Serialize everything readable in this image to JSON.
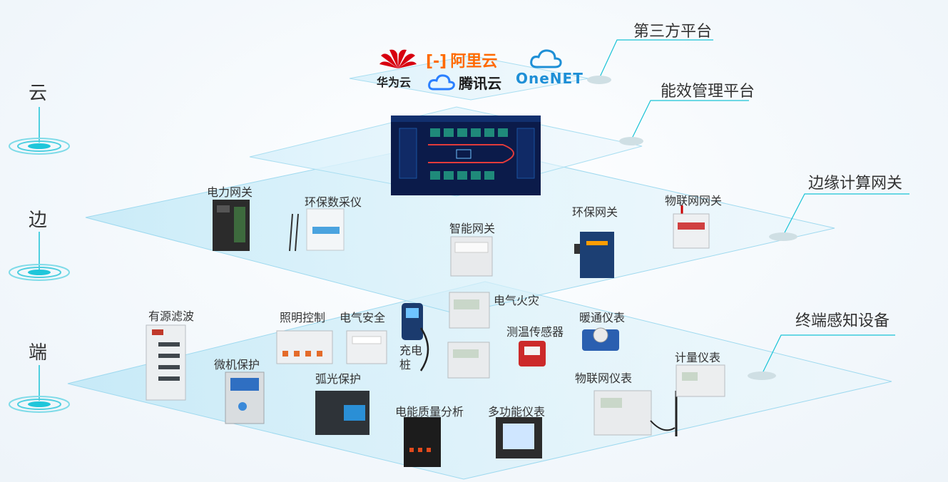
{
  "tiers": {
    "cloud": "云",
    "edge": "边",
    "end": "端"
  },
  "platforms": {
    "third_party": "第三方平台",
    "energy": "能效管理平台",
    "edge_gateway": "边缘计算网关",
    "terminal": "终端感知设备"
  },
  "logos": {
    "huawei": "华为云",
    "aliyun": "阿里云",
    "tencent": "腾讯云",
    "onenet": "OneNET"
  },
  "edge_devices": {
    "power_gw": "电力网关",
    "env_collector": "环保数采仪",
    "smart_gw": "智能网关",
    "env_gw": "环保网关",
    "iot_gw": "物联网网关"
  },
  "end_devices": {
    "filter": "有源滤波",
    "lighting": "照明控制",
    "elec_safety": "电气安全",
    "fire": "电气火灾",
    "charger": "充电桩",
    "temp": "测温传感器",
    "hvac": "暖通仪表",
    "micro": "微机保护",
    "arc": "弧光保护",
    "pq": "电能质量分析",
    "multi": "多功能仪表",
    "iot_meter": "物联网仪表",
    "meter": "计量仪表"
  },
  "colors": {
    "accent": "#19c3d6",
    "layer": "#bfe6f7",
    "huawei": "#d7000f",
    "aliyun": "#ff6a00",
    "tencent": "#2a7fff",
    "onenet": "#1e8fd6"
  }
}
